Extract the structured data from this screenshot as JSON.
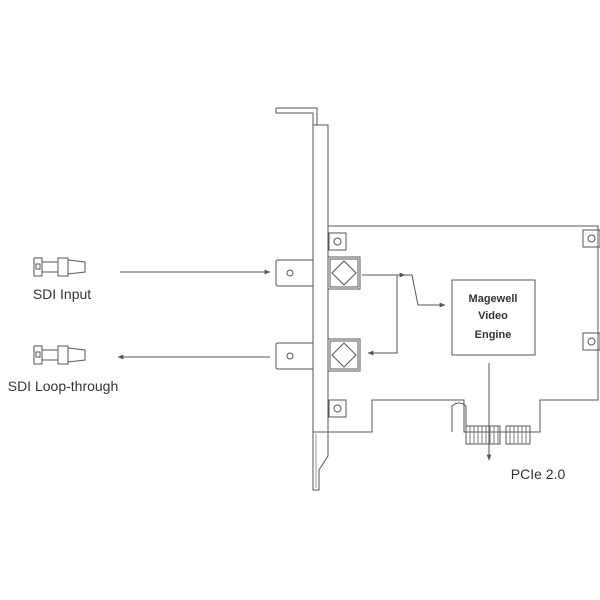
{
  "diagram": {
    "labels": {
      "sdi_input": "SDI Input",
      "sdi_loop_through": "SDI Loop-through",
      "pcie": "PCIe 2.0",
      "engine_line1": "Magewell",
      "engine_line2": "Video",
      "engine_line3": "Engine"
    },
    "colors": {
      "line": "#555555",
      "text": "#333333",
      "bracket": "#666666"
    }
  }
}
